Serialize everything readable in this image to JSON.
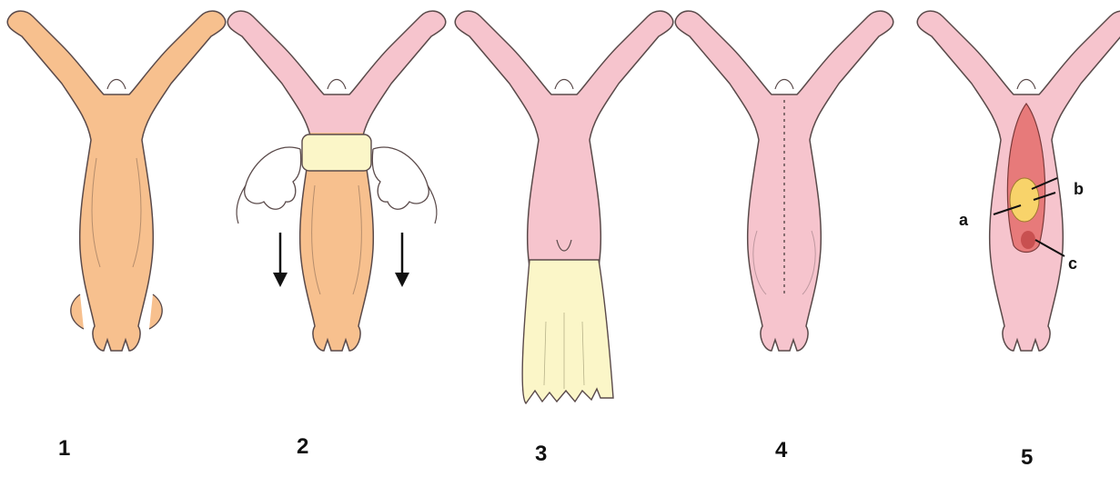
{
  "steps": [
    {
      "label": "1",
      "fill": "#f7c08e"
    },
    {
      "label": "2",
      "fill": "#f7c08e",
      "upper_fill": "#f6c4cd"
    },
    {
      "label": "3",
      "fill": "#f6c4cd",
      "skin_fill": "#fbf6c8"
    },
    {
      "label": "4",
      "fill": "#f6c4cd"
    },
    {
      "label": "5",
      "fill": "#f6c4cd"
    }
  ],
  "callouts": {
    "a": "a",
    "b": "b",
    "c": "c"
  },
  "colors": {
    "outline": "#5a4a4a",
    "skin": "#fbf6c8",
    "organ_red": "#e77a7a",
    "organ_yellow": "#f8d36a"
  }
}
